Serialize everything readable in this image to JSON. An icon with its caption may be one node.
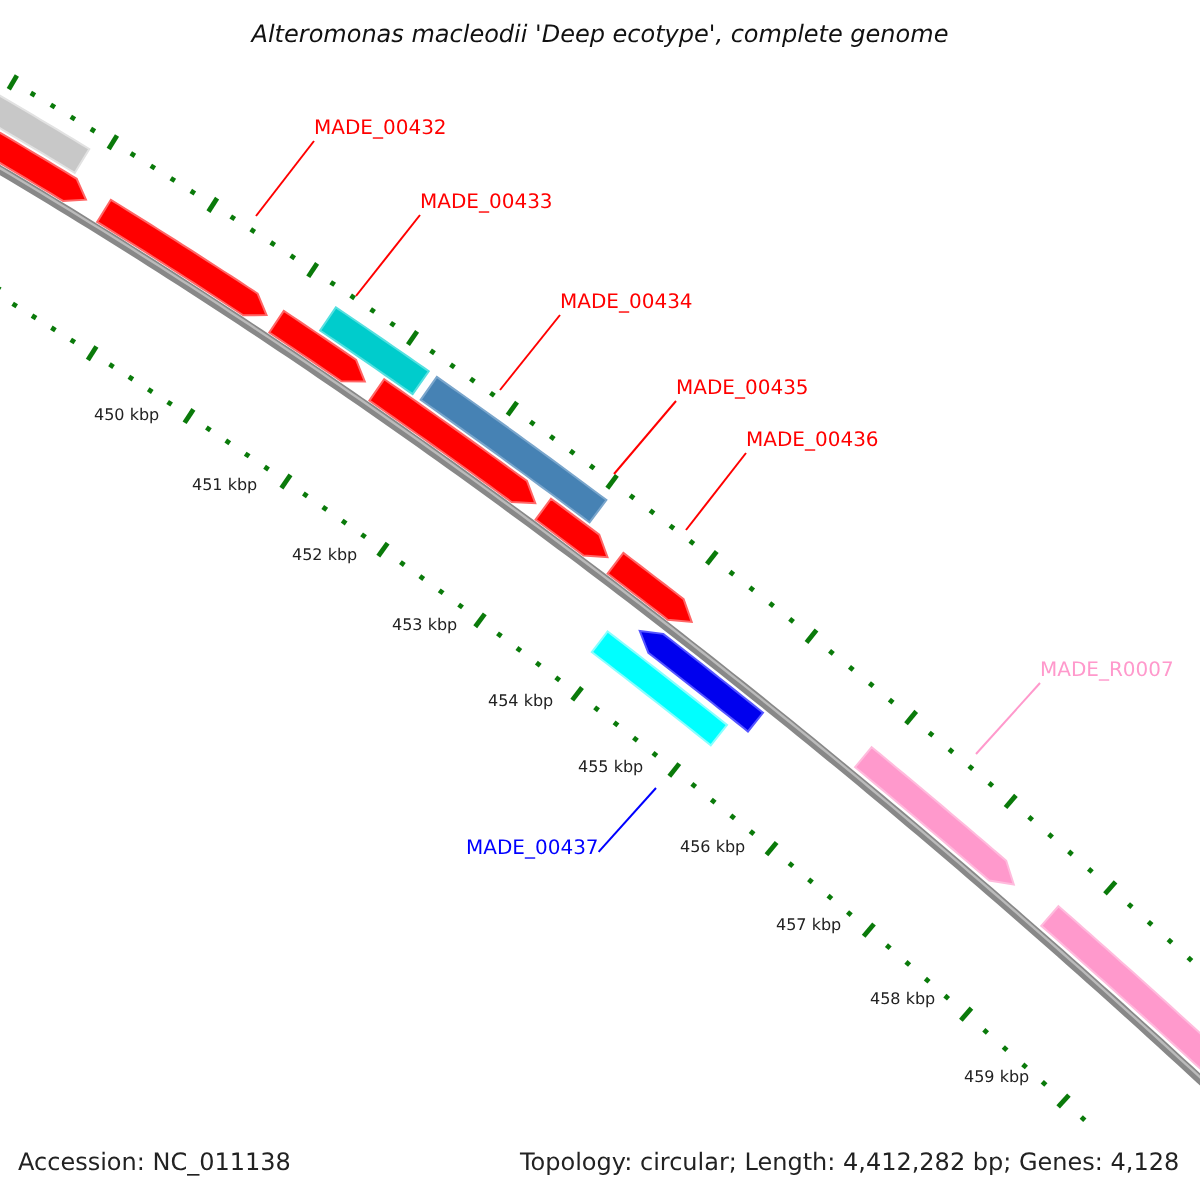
{
  "diagram": {
    "title": "Alteromonas macleodii 'Deep ecotype', complete genome",
    "nodes": [
      {
        "text": [
          "MADE_00432"
        ]
      },
      {
        "text": [
          "MADE_00433"
        ]
      },
      {
        "text": [
          "MADE_00434"
        ]
      },
      {
        "text": [
          "MADE_00435"
        ]
      },
      {
        "text": [
          "MADE_00436"
        ]
      },
      {
        "text": [
          "MADE_R0007"
        ]
      },
      {
        "text": [
          "MADE_00437"
        ]
      }
    ],
    "edges": [
      {
        "from": 0,
        "to": null,
        "arrow": "none"
      },
      {
        "from": 1,
        "to": null,
        "arrow": "none"
      },
      {
        "from": 2,
        "to": null,
        "arrow": "none"
      },
      {
        "from": 3,
        "to": null,
        "arrow": "none"
      },
      {
        "from": 4,
        "to": null,
        "arrow": "none"
      },
      {
        "from": 5,
        "to": null,
        "arrow": "none",
        "color": "#ff99cc"
      },
      {
        "from": 6,
        "to": null,
        "arrow": "none",
        "color": "#0000ff"
      }
    ],
    "labels": [
      "450 kbp",
      "451 kbp",
      "452 kbp",
      "453 kbp",
      "454 kbp",
      "455 kbp",
      "456 kbp",
      "457 kbp",
      "458 kbp",
      "459 kbp",
      "Accession: NC_011138",
      "Topology: circular; Length: 4,412,282 bp; Genes: 4,128"
    ]
  }
}
